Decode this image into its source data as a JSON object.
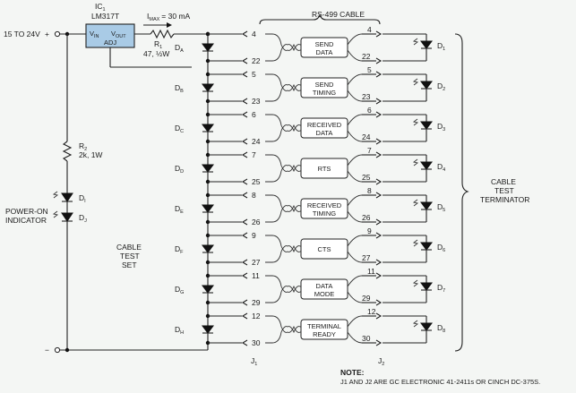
{
  "supply": {
    "label": "15 TO 24V",
    "plus": "+",
    "minus": "−"
  },
  "regulator": {
    "ref": "IC",
    "ref_sub": "1",
    "part": "LM317T",
    "vin": "V",
    "vin_sub": "IN",
    "vout": "V",
    "vout_sub": "OUT",
    "adj": "ADJ"
  },
  "current_limit": {
    "label": "I",
    "label_sub": "MAX",
    "value": "= 30 mA"
  },
  "r1": {
    "ref": "R",
    "ref_sub": "1",
    "value": "47, ½W"
  },
  "r2": {
    "ref": "R",
    "ref_sub": "2",
    "value": "2k, 1W"
  },
  "power_indicator": {
    "label_line1": "POWER-ON",
    "label_line2": "INDICATOR",
    "d1": {
      "ref": "D",
      "sub": "I"
    },
    "d2": {
      "ref": "D",
      "sub": "J"
    }
  },
  "test_set": {
    "line1": "CABLE",
    "line2": "TEST",
    "line3": "SET"
  },
  "cable": {
    "label": "RS-499 CABLE"
  },
  "terminator": {
    "line1": "CABLE",
    "line2": "TEST",
    "line3": "TERMINATOR"
  },
  "j1": {
    "ref": "J",
    "sub": "1"
  },
  "j2": {
    "ref": "J",
    "sub": "2"
  },
  "note": {
    "title": "NOTE:",
    "line": "J1 AND J2 ARE GC ELECTRONIC 41-2411s OR CINCH DC-375S."
  },
  "channels": [
    {
      "name1": "SEND",
      "name2": "DATA",
      "pin_top": "4",
      "pin_bottom": "22",
      "left_diode_ref": "D",
      "left_diode_sub": "A",
      "right_diode_ref": "D",
      "right_diode_sub": "1"
    },
    {
      "name1": "SEND",
      "name2": "TIMING",
      "pin_top": "5",
      "pin_bottom": "23",
      "left_diode_ref": "D",
      "left_diode_sub": "B",
      "right_diode_ref": "D",
      "right_diode_sub": "2"
    },
    {
      "name1": "RECEIVED",
      "name2": "DATA",
      "pin_top": "6",
      "pin_bottom": "24",
      "left_diode_ref": "D",
      "left_diode_sub": "C",
      "right_diode_ref": "D",
      "right_diode_sub": "3"
    },
    {
      "name1": "RTS",
      "name2": "",
      "pin_top": "7",
      "pin_bottom": "25",
      "left_diode_ref": "D",
      "left_diode_sub": "D",
      "right_diode_ref": "D",
      "right_diode_sub": "4"
    },
    {
      "name1": "RECEIVED",
      "name2": "TIMING",
      "pin_top": "8",
      "pin_bottom": "26",
      "left_diode_ref": "D",
      "left_diode_sub": "E",
      "right_diode_ref": "D",
      "right_diode_sub": "5"
    },
    {
      "name1": "CTS",
      "name2": "",
      "pin_top": "9",
      "pin_bottom": "27",
      "left_diode_ref": "D",
      "left_diode_sub": "F",
      "right_diode_ref": "D",
      "right_diode_sub": "6"
    },
    {
      "name1": "DATA",
      "name2": "MODE",
      "pin_top": "11",
      "pin_bottom": "29",
      "left_diode_ref": "D",
      "left_diode_sub": "G",
      "right_diode_ref": "D",
      "right_diode_sub": "7"
    },
    {
      "name1": "TERMINAL",
      "name2": "READY",
      "pin_top": "12",
      "pin_bottom": "30",
      "left_diode_ref": "D",
      "left_diode_sub": "H",
      "right_diode_ref": "D",
      "right_diode_sub": "8"
    }
  ]
}
